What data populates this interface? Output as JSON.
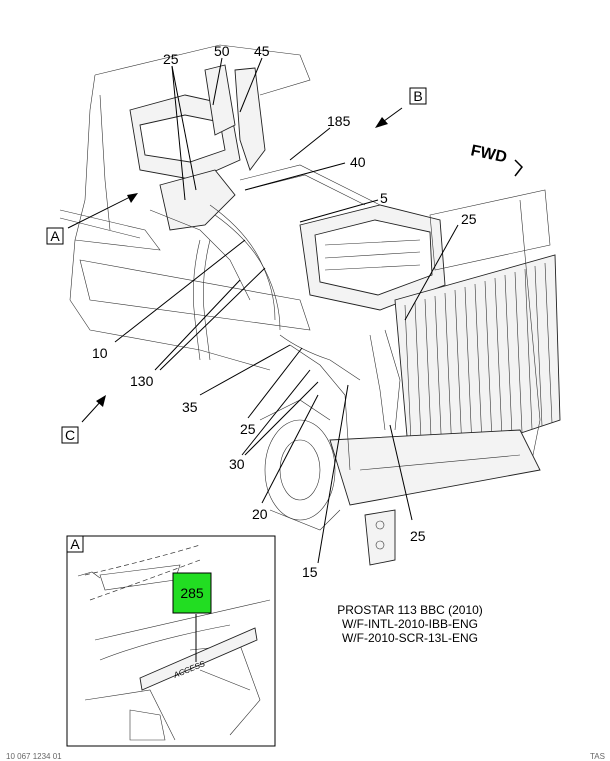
{
  "callouts": {
    "c25_top": "25",
    "c50": "50",
    "c45": "45",
    "c185": "185",
    "c40": "40",
    "c5": "5",
    "c25_right": "25",
    "c10": "10",
    "c130": "130",
    "c35": "35",
    "c25_mid": "25",
    "c30": "30",
    "c20": "20",
    "c15": "15",
    "c25_bottom": "25"
  },
  "view_labels": {
    "a": "A",
    "b": "B",
    "c": "C",
    "detail_a": "A"
  },
  "direction_label": "FWD",
  "highlight": {
    "label": "285",
    "color": "#22dd22"
  },
  "detail_decal_text": "ACCESS",
  "caption": {
    "line1": "PROSTAR 113 BBC (2010)",
    "line2": "W/F-INTL-2010-IBB-ENG",
    "line3": "W/F-2010-SCR-13L-ENG"
  },
  "footer": {
    "left": "10 067 1234 01",
    "right": "TAS"
  }
}
